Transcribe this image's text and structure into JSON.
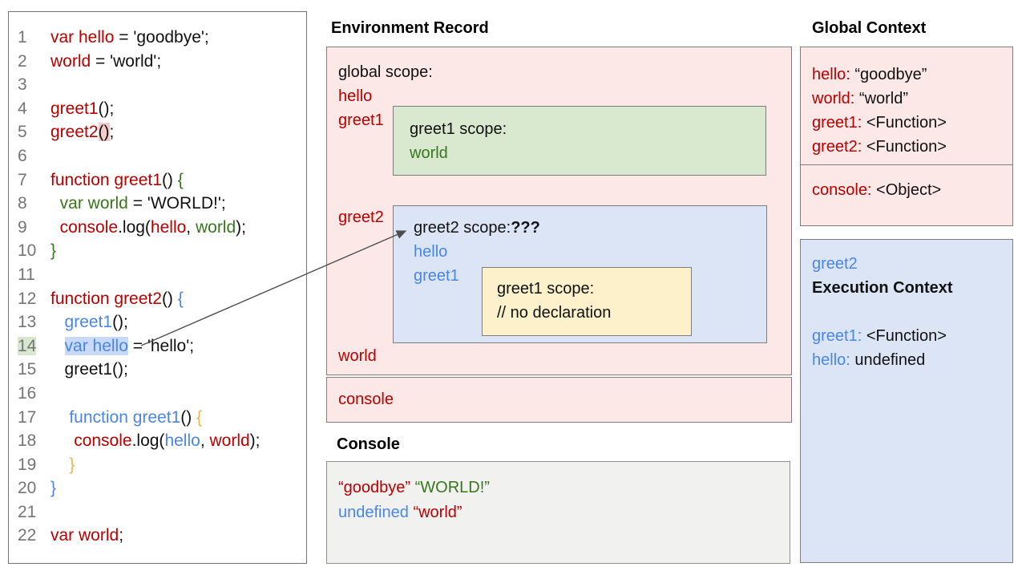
{
  "code_panel": {
    "lines": [
      {
        "n": "1",
        "tokens": [
          {
            "t": "var hello",
            "c": "red"
          },
          {
            "t": " = 'goodbye';",
            "c": "k"
          }
        ]
      },
      {
        "n": "2",
        "tokens": [
          {
            "t": "world",
            "c": "red"
          },
          {
            "t": " = 'world';",
            "c": "k"
          }
        ]
      },
      {
        "n": "3",
        "tokens": []
      },
      {
        "n": "4",
        "tokens": [
          {
            "t": "greet1",
            "c": "red"
          },
          {
            "t": "();",
            "c": "k"
          }
        ]
      },
      {
        "n": "5",
        "tokens": [
          {
            "t": "greet2",
            "c": "red"
          },
          {
            "t": "()",
            "c": "k",
            "h": "hl-pink"
          },
          {
            "t": ";",
            "c": "k"
          }
        ]
      },
      {
        "n": "6",
        "tokens": []
      },
      {
        "n": "7",
        "tokens": [
          {
            "t": "function greet1",
            "c": "red"
          },
          {
            "t": "() ",
            "c": "k"
          },
          {
            "t": "{",
            "c": "green"
          }
        ]
      },
      {
        "n": "8",
        "tokens": [
          {
            "t": "  ",
            "c": "k"
          },
          {
            "t": "var world",
            "c": "green"
          },
          {
            "t": " = 'WORLD!';",
            "c": "k"
          }
        ]
      },
      {
        "n": "9",
        "tokens": [
          {
            "t": "  ",
            "c": "k"
          },
          {
            "t": "console",
            "c": "red"
          },
          {
            "t": ".log(",
            "c": "k"
          },
          {
            "t": "hello",
            "c": "red"
          },
          {
            "t": ", ",
            "c": "k"
          },
          {
            "t": "world",
            "c": "green"
          },
          {
            "t": ");",
            "c": "k"
          }
        ]
      },
      {
        "n": "10",
        "tokens": [
          {
            "t": "}",
            "c": "green"
          }
        ]
      },
      {
        "n": "11",
        "tokens": []
      },
      {
        "n": "12",
        "tokens": [
          {
            "t": "function greet2",
            "c": "red"
          },
          {
            "t": "() ",
            "c": "k"
          },
          {
            "t": "{",
            "c": "blue"
          }
        ]
      },
      {
        "n": "13",
        "tokens": [
          {
            "t": "   ",
            "c": "k"
          },
          {
            "t": "greet1",
            "c": "blue"
          },
          {
            "t": "();",
            "c": "k"
          }
        ]
      },
      {
        "n": "14",
        "num_highlight": true,
        "tokens": [
          {
            "t": "   ",
            "c": "k"
          },
          {
            "t": "var hello",
            "c": "blue",
            "h": "hl-blue"
          },
          {
            "t": " = 'hello';",
            "c": "k"
          }
        ]
      },
      {
        "n": "15",
        "tokens": [
          {
            "t": "   ",
            "c": "k"
          },
          {
            "t": "greet1();",
            "c": "k"
          }
        ]
      },
      {
        "n": "16",
        "tokens": []
      },
      {
        "n": "17",
        "tokens": [
          {
            "t": "    ",
            "c": "k"
          },
          {
            "t": "function greet1",
            "c": "blue"
          },
          {
            "t": "() ",
            "c": "k"
          },
          {
            "t": "{",
            "c": "yellow"
          }
        ]
      },
      {
        "n": "18",
        "tokens": [
          {
            "t": "     ",
            "c": "k"
          },
          {
            "t": "console",
            "c": "red"
          },
          {
            "t": ".log(",
            "c": "k"
          },
          {
            "t": "hello",
            "c": "blue"
          },
          {
            "t": ", ",
            "c": "k"
          },
          {
            "t": "world",
            "c": "red"
          },
          {
            "t": ");",
            "c": "k"
          }
        ]
      },
      {
        "n": "19",
        "tokens": [
          {
            "t": "    ",
            "c": "k"
          },
          {
            "t": "}",
            "c": "yellow"
          }
        ]
      },
      {
        "n": "20",
        "tokens": [
          {
            "t": "}",
            "c": "blue"
          }
        ]
      },
      {
        "n": "21",
        "tokens": []
      },
      {
        "n": "22",
        "tokens": [
          {
            "t": "var world",
            "c": "red"
          },
          {
            "t": ";",
            "c": "k"
          }
        ]
      }
    ]
  },
  "environment_record": {
    "title": "Environment Record",
    "global_scope_label": "global scope:",
    "hello": "hello",
    "greet1": "greet1",
    "greet1_scope": {
      "label": "greet1 scope:",
      "world": "world"
    },
    "greet2": "greet2",
    "greet2_scope": {
      "label": "greet2 scope:",
      "unknown": "???",
      "hello": "hello",
      "greet1": "greet1",
      "inner": {
        "label": "greet1 scope:",
        "comment": "// no declaration"
      }
    },
    "world": "world",
    "console_label": "console"
  },
  "console_panel": {
    "title": "Console",
    "lines": [
      [
        {
          "t": "“goodbye”",
          "c": "red"
        },
        {
          "t": " ",
          "c": "k"
        },
        {
          "t": "“WORLD!”",
          "c": "green"
        }
      ],
      [
        {
          "t": "undefined",
          "c": "blue"
        },
        {
          "t": " ",
          "c": "k"
        },
        {
          "t": "“world”",
          "c": "red"
        }
      ]
    ]
  },
  "global_context": {
    "title": "Global Context",
    "entries": [
      {
        "key": "hello:",
        "value": " “goodbye”"
      },
      {
        "key": "world:",
        "value": " “world”"
      },
      {
        "key": "greet1:",
        "value": " <Function>"
      },
      {
        "key": "greet2:",
        "value": " <Function>"
      }
    ],
    "console_entry": {
      "key": "console:",
      "value": " <Object>"
    }
  },
  "execution_context": {
    "name": "greet2",
    "title": "Execution Context",
    "entries": [
      {
        "key": "greet1:",
        "value": " <Function>"
      },
      {
        "key": "hello:",
        "value": " undefined"
      }
    ]
  },
  "colors": {
    "red": "#b80000",
    "green": "#38761d",
    "blue": "#4a86e8",
    "yellow_bracket": "#e8b64c",
    "pink_fill": "#fce8e6",
    "green_fill": "#d8e9cf",
    "blue_fill": "#dbe5f5",
    "yellow_fill": "#fcf1cb",
    "console_fill": "#f1f1f0",
    "line_number_gray": "#757575"
  }
}
